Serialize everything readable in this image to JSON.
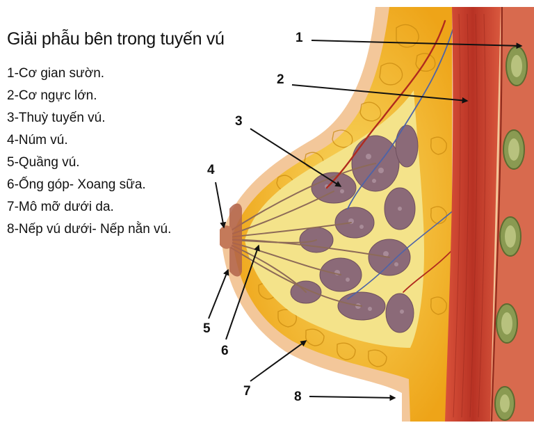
{
  "title": "Giải phẫu bên trong tuyến vú",
  "legend": [
    "1-Cơ gian sườn.",
    "2-Cơ ngực lớn.",
    "3-Thuỳ tuyến vú.",
    "4-Núm vú.",
    "5-Quầng vú.",
    "6-Ống góp- Xoang sữa.",
    "7-Mô mỡ dưới da.",
    "8-Nếp vú dưới- Nếp nằn vú."
  ],
  "callouts": [
    "1",
    "2",
    "3",
    "4",
    "5",
    "6",
    "7",
    "8"
  ],
  "colors": {
    "skin": "#f3c79a",
    "fat": "#f2b51f",
    "fat_light": "#f8d862",
    "muscle": "#c9412e",
    "muscle_dark": "#9e2a1e",
    "gland": "#8b6a78",
    "duct": "#f6eeb0",
    "rib": "#8a9a52",
    "arrow": "#111111"
  }
}
